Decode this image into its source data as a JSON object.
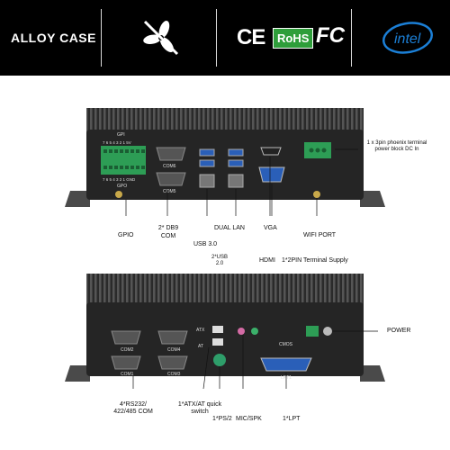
{
  "banner": {
    "brand": "ALLOY CASE",
    "certs": {
      "ce": "CE",
      "rohs": "RoHS",
      "fcc": "FC"
    },
    "intel": "intel"
  },
  "front": {
    "gpi_title": "GPI",
    "gpi_pins": "7 6 5 4 3 2 1 5V",
    "gpo_pins": "7 6 5 4 3 2 1 GND",
    "gpo_title": "GPO",
    "com6": "COM6",
    "com5": "COM5",
    "dc_label": "1 x 3pin phoenix terminal power block DC In",
    "callouts": {
      "gpio": "GPIO",
      "db9": "2* DB9 COM",
      "usb30": "USB 3.0",
      "dual_lan": "DUAL LAN",
      "vga": "VGA",
      "hdmi": "HDMI",
      "wifi": "WIFI PORT",
      "usb20": "2*USB 2.0",
      "terminal_supply": "1*2PIN Terminal Supply"
    }
  },
  "rear": {
    "com2": "COM2",
    "com4": "COM4",
    "com1": "COM1",
    "com3": "COM3",
    "atx": "ATX",
    "at": "AT",
    "cmos": "CMOS",
    "lpt1": "LPT1",
    "callouts": {
      "power": "POWER",
      "rs232": "4*RS232/ 422/485 COM",
      "atx_switch": "1*ATX/AT quick switch",
      "ps2": "1*PS/2",
      "mic_spk": "MIC/SPK",
      "lpt": "1*LPT"
    }
  }
}
